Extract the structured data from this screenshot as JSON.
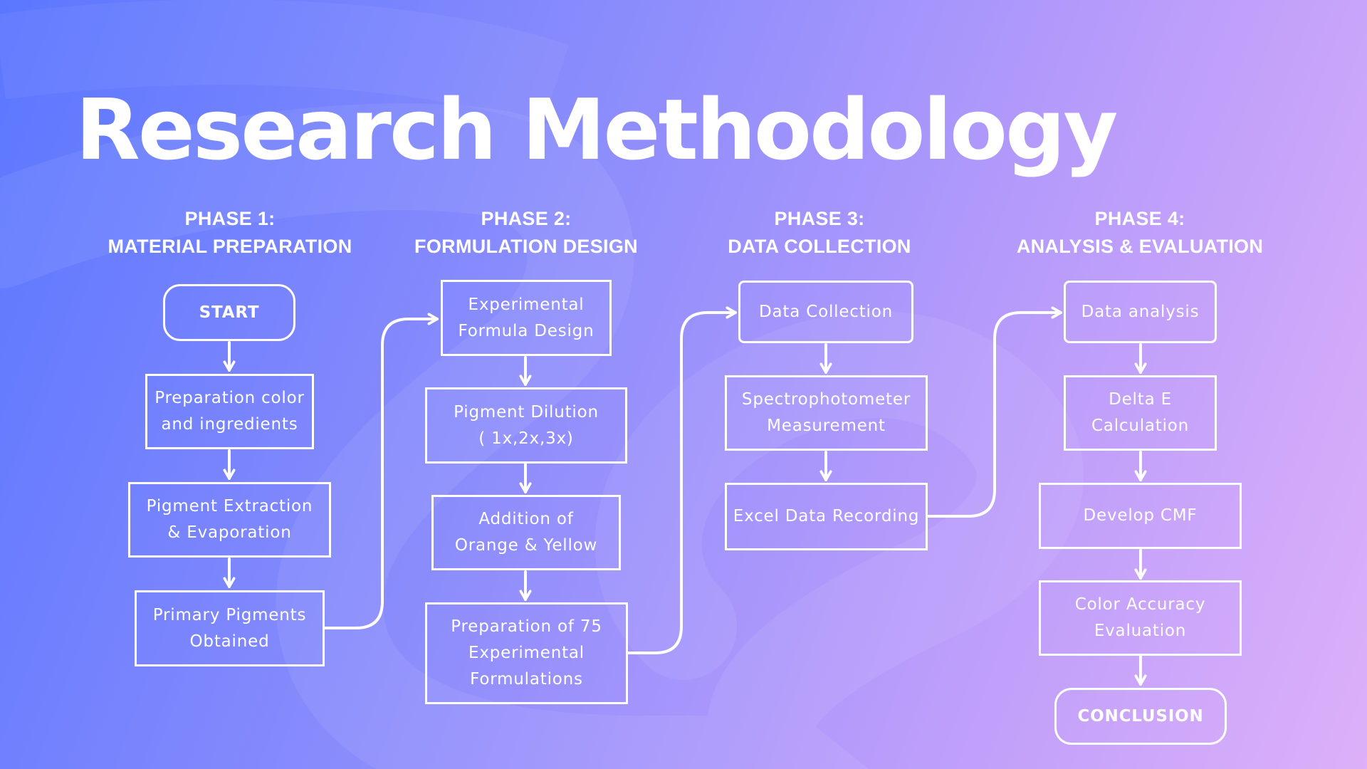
{
  "title": "Research Methodology",
  "colors": {
    "accent": "#ffffff",
    "gradient_start": "#5b77ff",
    "gradient_end": "#ddb0f9"
  },
  "phases": [
    {
      "label": "PHASE 1:",
      "name": "MATERIAL PREPARATION"
    },
    {
      "label": "PHASE 2:",
      "name": "FORMULATION DESIGN"
    },
    {
      "label": "PHASE 3:",
      "name": "DATA COLLECTION"
    },
    {
      "label": "PHASE 4:",
      "name": "ANALYSIS & EVALUATION"
    }
  ],
  "phase1": {
    "start": "START",
    "preparation": [
      "Preparation color",
      "and ingredients"
    ],
    "extraction": [
      "Pigment Extraction",
      "& Evaporation"
    ],
    "primary": [
      "Primary Pigments",
      "Obtained"
    ]
  },
  "phase2": {
    "design": [
      "Experimental",
      "Formula Design"
    ],
    "dilution": [
      "Pigment Dilution",
      "( 1x,2x,3x)"
    ],
    "addition": [
      "Addition of",
      "Orange & Yellow"
    ],
    "formulations": [
      "Preparation of 75",
      "Experimental",
      "Formulations"
    ]
  },
  "phase3": {
    "collection": "Data Collection",
    "spectro": [
      "Spectrophotometer",
      "Measurement"
    ],
    "excel": "Excel Data Recording"
  },
  "phase4": {
    "analysis": "Data analysis",
    "delta": [
      "Delta E",
      "Calculation"
    ],
    "cmf": "Develop CMF",
    "accuracy": [
      "Color Accuracy",
      "Evaluation"
    ],
    "conclusion": "CONCLUSION"
  }
}
